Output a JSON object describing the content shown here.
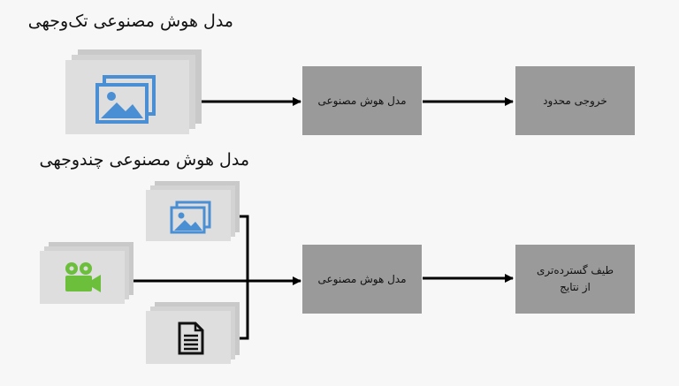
{
  "diagram": {
    "single_modal": {
      "title": "مدل هوش مصنوعی تک‌وجهی",
      "model_label": "مدل هوش مصنوعی",
      "output_label": "خروجی محدود",
      "input_icon": "image-icon"
    },
    "multi_modal": {
      "title": "مدل هوش مصنوعی چندوجهی",
      "model_label": "مدل هوش مصنوعی",
      "output_label_line1": "طیف گسترده‌تری",
      "output_label_line2": "از نتایج",
      "input_icons": [
        "image-icon",
        "video-camera-icon",
        "document-icon"
      ]
    }
  },
  "colors": {
    "background": "#f7f7f7",
    "box": "#9a9a9a",
    "stack": "#d7d7d7",
    "image_icon": "#4a8fd4",
    "video_icon": "#6bbf3a",
    "document_icon": "#111111",
    "arrow": "#000000"
  }
}
